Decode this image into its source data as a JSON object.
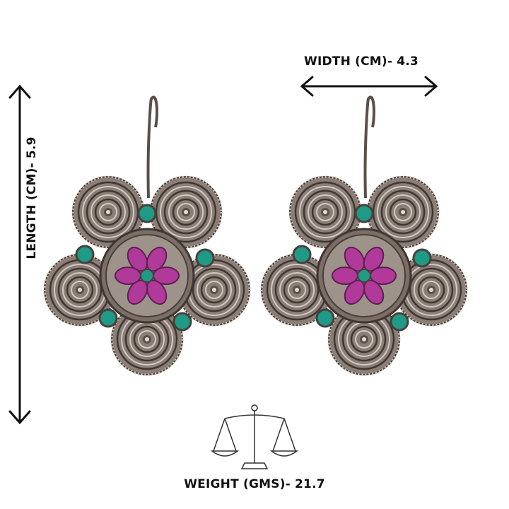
{
  "dimensions": {
    "width_label": "WIDTH (CM)- 4.3",
    "length_label": "LENGTH (CM)- 5.9",
    "weight_label": "WEIGHT (GMS)- 21.7"
  },
  "colors": {
    "metal": "#6e625b",
    "metal_light": "#b9aea6",
    "stone_pink": "#b0399a",
    "stone_teal": "#1e9a86",
    "text": "#111111"
  },
  "icons": [
    "arrow-vertical-icon",
    "arrow-horizontal-icon",
    "balance-scale-icon"
  ]
}
